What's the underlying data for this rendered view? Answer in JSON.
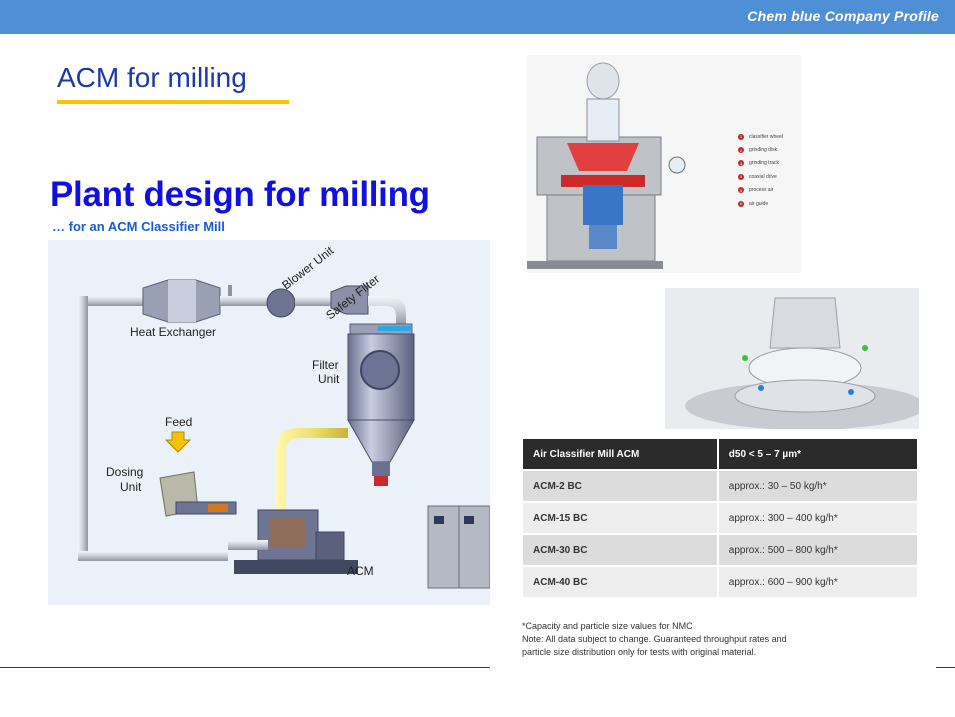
{
  "header": {
    "title": "Chem blue Company Profile"
  },
  "section": {
    "title": "ACM for milling"
  },
  "plant": {
    "title": "Plant design for milling",
    "subtitle": "… for an ACM Classifier Mill",
    "labels": {
      "heat_exchanger": "Heat Exchanger",
      "blower_unit": "Blower Unit",
      "safety_filter": "Safety Filter",
      "filter_1": "Filter",
      "filter_2": "Unit",
      "feed": "Feed",
      "dosing_1": "Dosing",
      "dosing_2": "Unit",
      "acm": "ACM"
    }
  },
  "legend": {
    "items": [
      {
        "num": "1",
        "label": "classifier wheel"
      },
      {
        "num": "2",
        "label": "grinding disk"
      },
      {
        "num": "3",
        "label": "grinding track"
      },
      {
        "num": "4",
        "label": "coaxial drive"
      },
      {
        "num": "5",
        "label": "process air"
      },
      {
        "num": "6",
        "label": "air guide"
      }
    ]
  },
  "spec_table": {
    "headers": [
      "Air Classifier Mill ACM",
      "d50 < 5 – 7 µm*"
    ],
    "rows": [
      [
        "ACM-2 BC",
        "approx.: 30 – 50 kg/h*"
      ],
      [
        "ACM-15 BC",
        "approx.: 300 – 400 kg/h*"
      ],
      [
        "ACM-30 BC",
        "approx.: 500 – 800 kg/h*"
      ],
      [
        "ACM-40 BC",
        "approx.: 600 – 900 kg/h*"
      ]
    ]
  },
  "notes": {
    "line1": "*Capacity and particle size values for NMC",
    "line2": "Note: All data subject to change. Guaranteed throughput rates and",
    "line3": "particle size distribution only for tests with original material."
  },
  "colors": {
    "header": "#4f8fd6",
    "underline": "#f5c400",
    "title_blue": "#1010e0",
    "product_pipe": "#f0e060",
    "table_header": "#2b2b2b"
  }
}
